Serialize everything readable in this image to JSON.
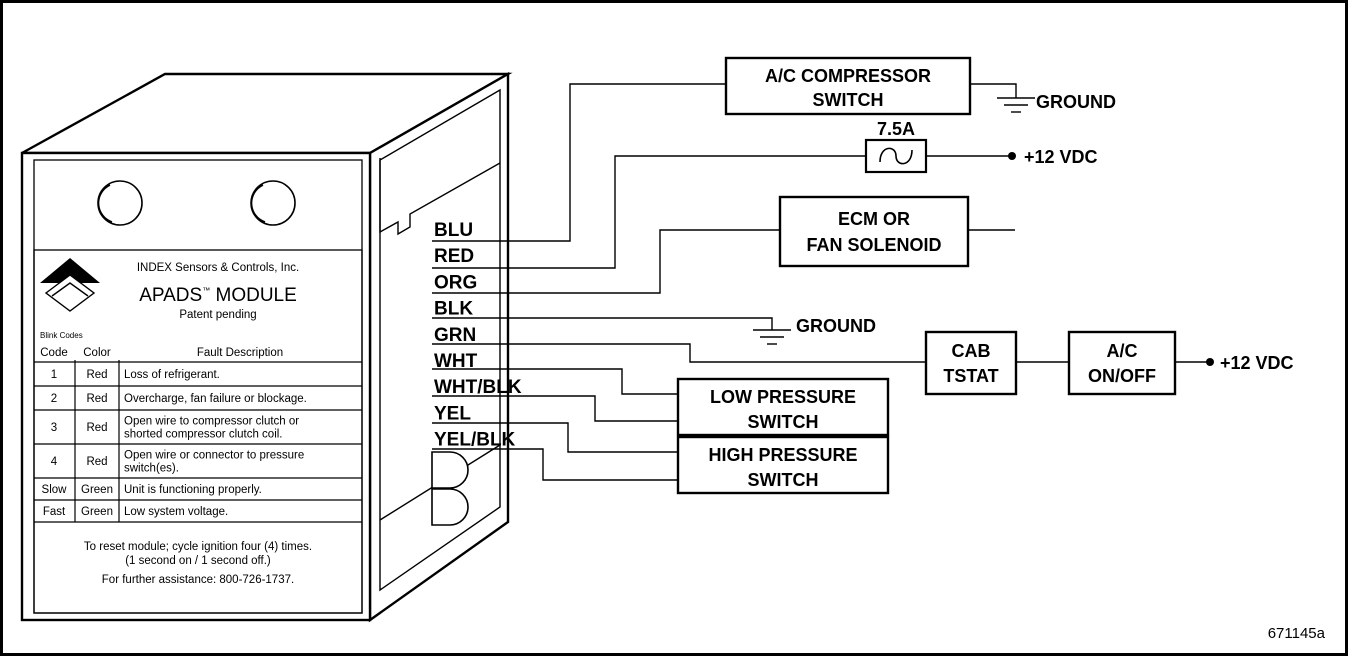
{
  "module": {
    "company": "INDEX Sensors & Controls, Inc.",
    "title_main": "APADS",
    "title_tm": "™",
    "title_suffix": " MODULE",
    "subtitle": "Patent pending",
    "blink_codes_label": "Blink Codes",
    "table_headers": [
      "Code",
      "Color",
      "Fault Description"
    ],
    "table_rows": [
      {
        "code": "1",
        "color": "Red",
        "desc": [
          "Loss of refrigerant."
        ]
      },
      {
        "code": "2",
        "color": "Red",
        "desc": [
          "Overcharge, fan failure or blockage."
        ]
      },
      {
        "code": "3",
        "color": "Red",
        "desc": [
          "Open wire to compressor clutch or",
          "shorted compressor clutch coil."
        ]
      },
      {
        "code": "4",
        "color": "Red",
        "desc": [
          "Open wire or connector to pressure",
          "switch(es)."
        ]
      },
      {
        "code": "Slow",
        "color": "Green",
        "desc": [
          "Unit is functioning properly."
        ]
      },
      {
        "code": "Fast",
        "color": "Green",
        "desc": [
          "Low system voltage."
        ]
      }
    ],
    "reset_line1": "To reset module; cycle ignition four (4) times.",
    "reset_line2": "(1 second on / 1 second off.)",
    "assistance": "For further assistance: 800-726-1737."
  },
  "wires": [
    "BLU",
    "RED",
    "ORG",
    "BLK",
    "GRN",
    "WHT",
    "WHT/BLK",
    "YEL",
    "YEL/BLK"
  ],
  "components": {
    "ac_compressor_switch": [
      "A/C COMPRESSOR",
      "SWITCH"
    ],
    "fuse_rating": "7.5A",
    "ecm_fan_solenoid": [
      "ECM OR",
      "FAN SOLENOID"
    ],
    "low_pressure_switch": [
      "LOW PRESSURE",
      "SWITCH"
    ],
    "high_pressure_switch": [
      "HIGH PRESSURE",
      "SWITCH"
    ],
    "cab_tstat": [
      "CAB",
      "TSTAT"
    ],
    "ac_on_off": [
      "A/C",
      "ON/OFF"
    ],
    "ground_label": "GROUND",
    "power_label": "+12 VDC"
  },
  "figure_id": "671145a"
}
